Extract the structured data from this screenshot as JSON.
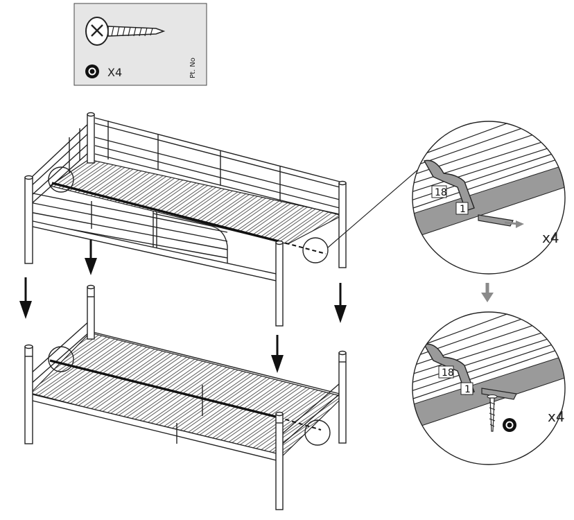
{
  "parts_box": {
    "quantity": "X4",
    "part_no_label": "Pt. No",
    "background": "#e6e6e6"
  },
  "detail_callouts": {
    "upper": {
      "part_a": "18",
      "part_b": "1",
      "multiplier": "x4"
    },
    "lower": {
      "part_a": "18",
      "part_b": "1",
      "multiplier": "x4"
    }
  },
  "colors": {
    "line": "#222222",
    "rail_gray": "#9a9a9a",
    "arrow_gray": "#8a8a8a"
  },
  "icons": [
    "screw-icon",
    "screw-marker-icon",
    "down-arrow-icon"
  ]
}
